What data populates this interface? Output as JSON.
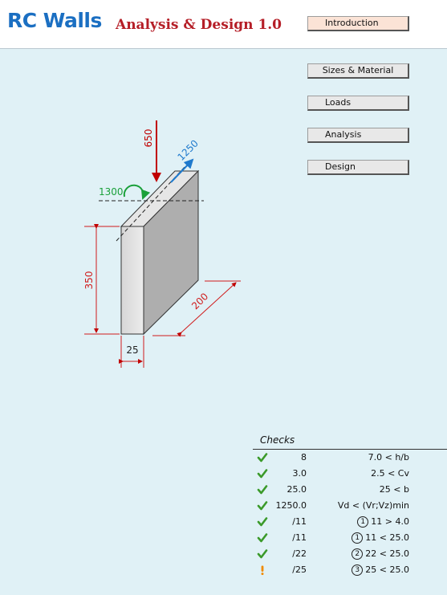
{
  "header": {
    "title": "RC Walls",
    "subtitle": "Analysis & Design  1.0"
  },
  "nav": {
    "introduction": "Introduction",
    "sizes_material": "Sizes & Material",
    "loads": "Loads",
    "analysis": "Analysis",
    "design": "Design"
  },
  "diagram": {
    "axial_load": "650",
    "shear_load": "1250",
    "moment": "1300",
    "height": "350",
    "length": "200",
    "thickness": "25"
  },
  "checks": {
    "title": "Checks",
    "rows": [
      {
        "status": "ok",
        "value": "8",
        "condition": "7.0 < h/b"
      },
      {
        "status": "ok",
        "value": "3.0",
        "condition": "2.5 < Cv"
      },
      {
        "status": "ok",
        "value": "25.0",
        "condition": "25 < b"
      },
      {
        "status": "ok",
        "value": "1250.0",
        "condition": "Vd < (Vr;Vz)min"
      },
      {
        "status": "ok",
        "value": "/11",
        "circle": "1",
        "condition": "11 > 4.0"
      },
      {
        "status": "ok",
        "value": "/11",
        "circle": "1",
        "condition": "11 < 25.0"
      },
      {
        "status": "ok",
        "value": "/22",
        "circle": "2",
        "condition": "22 < 25.0"
      },
      {
        "status": "warn",
        "value": "/25",
        "circle": "3",
        "condition": "25 < 25.0"
      }
    ]
  },
  "colors": {
    "title_blue": "#1b6fc2",
    "subtitle_red": "#b51e27",
    "background": "#e0f1f6",
    "check_green": "#3b9a2a",
    "warn_orange": "#f08a00"
  }
}
